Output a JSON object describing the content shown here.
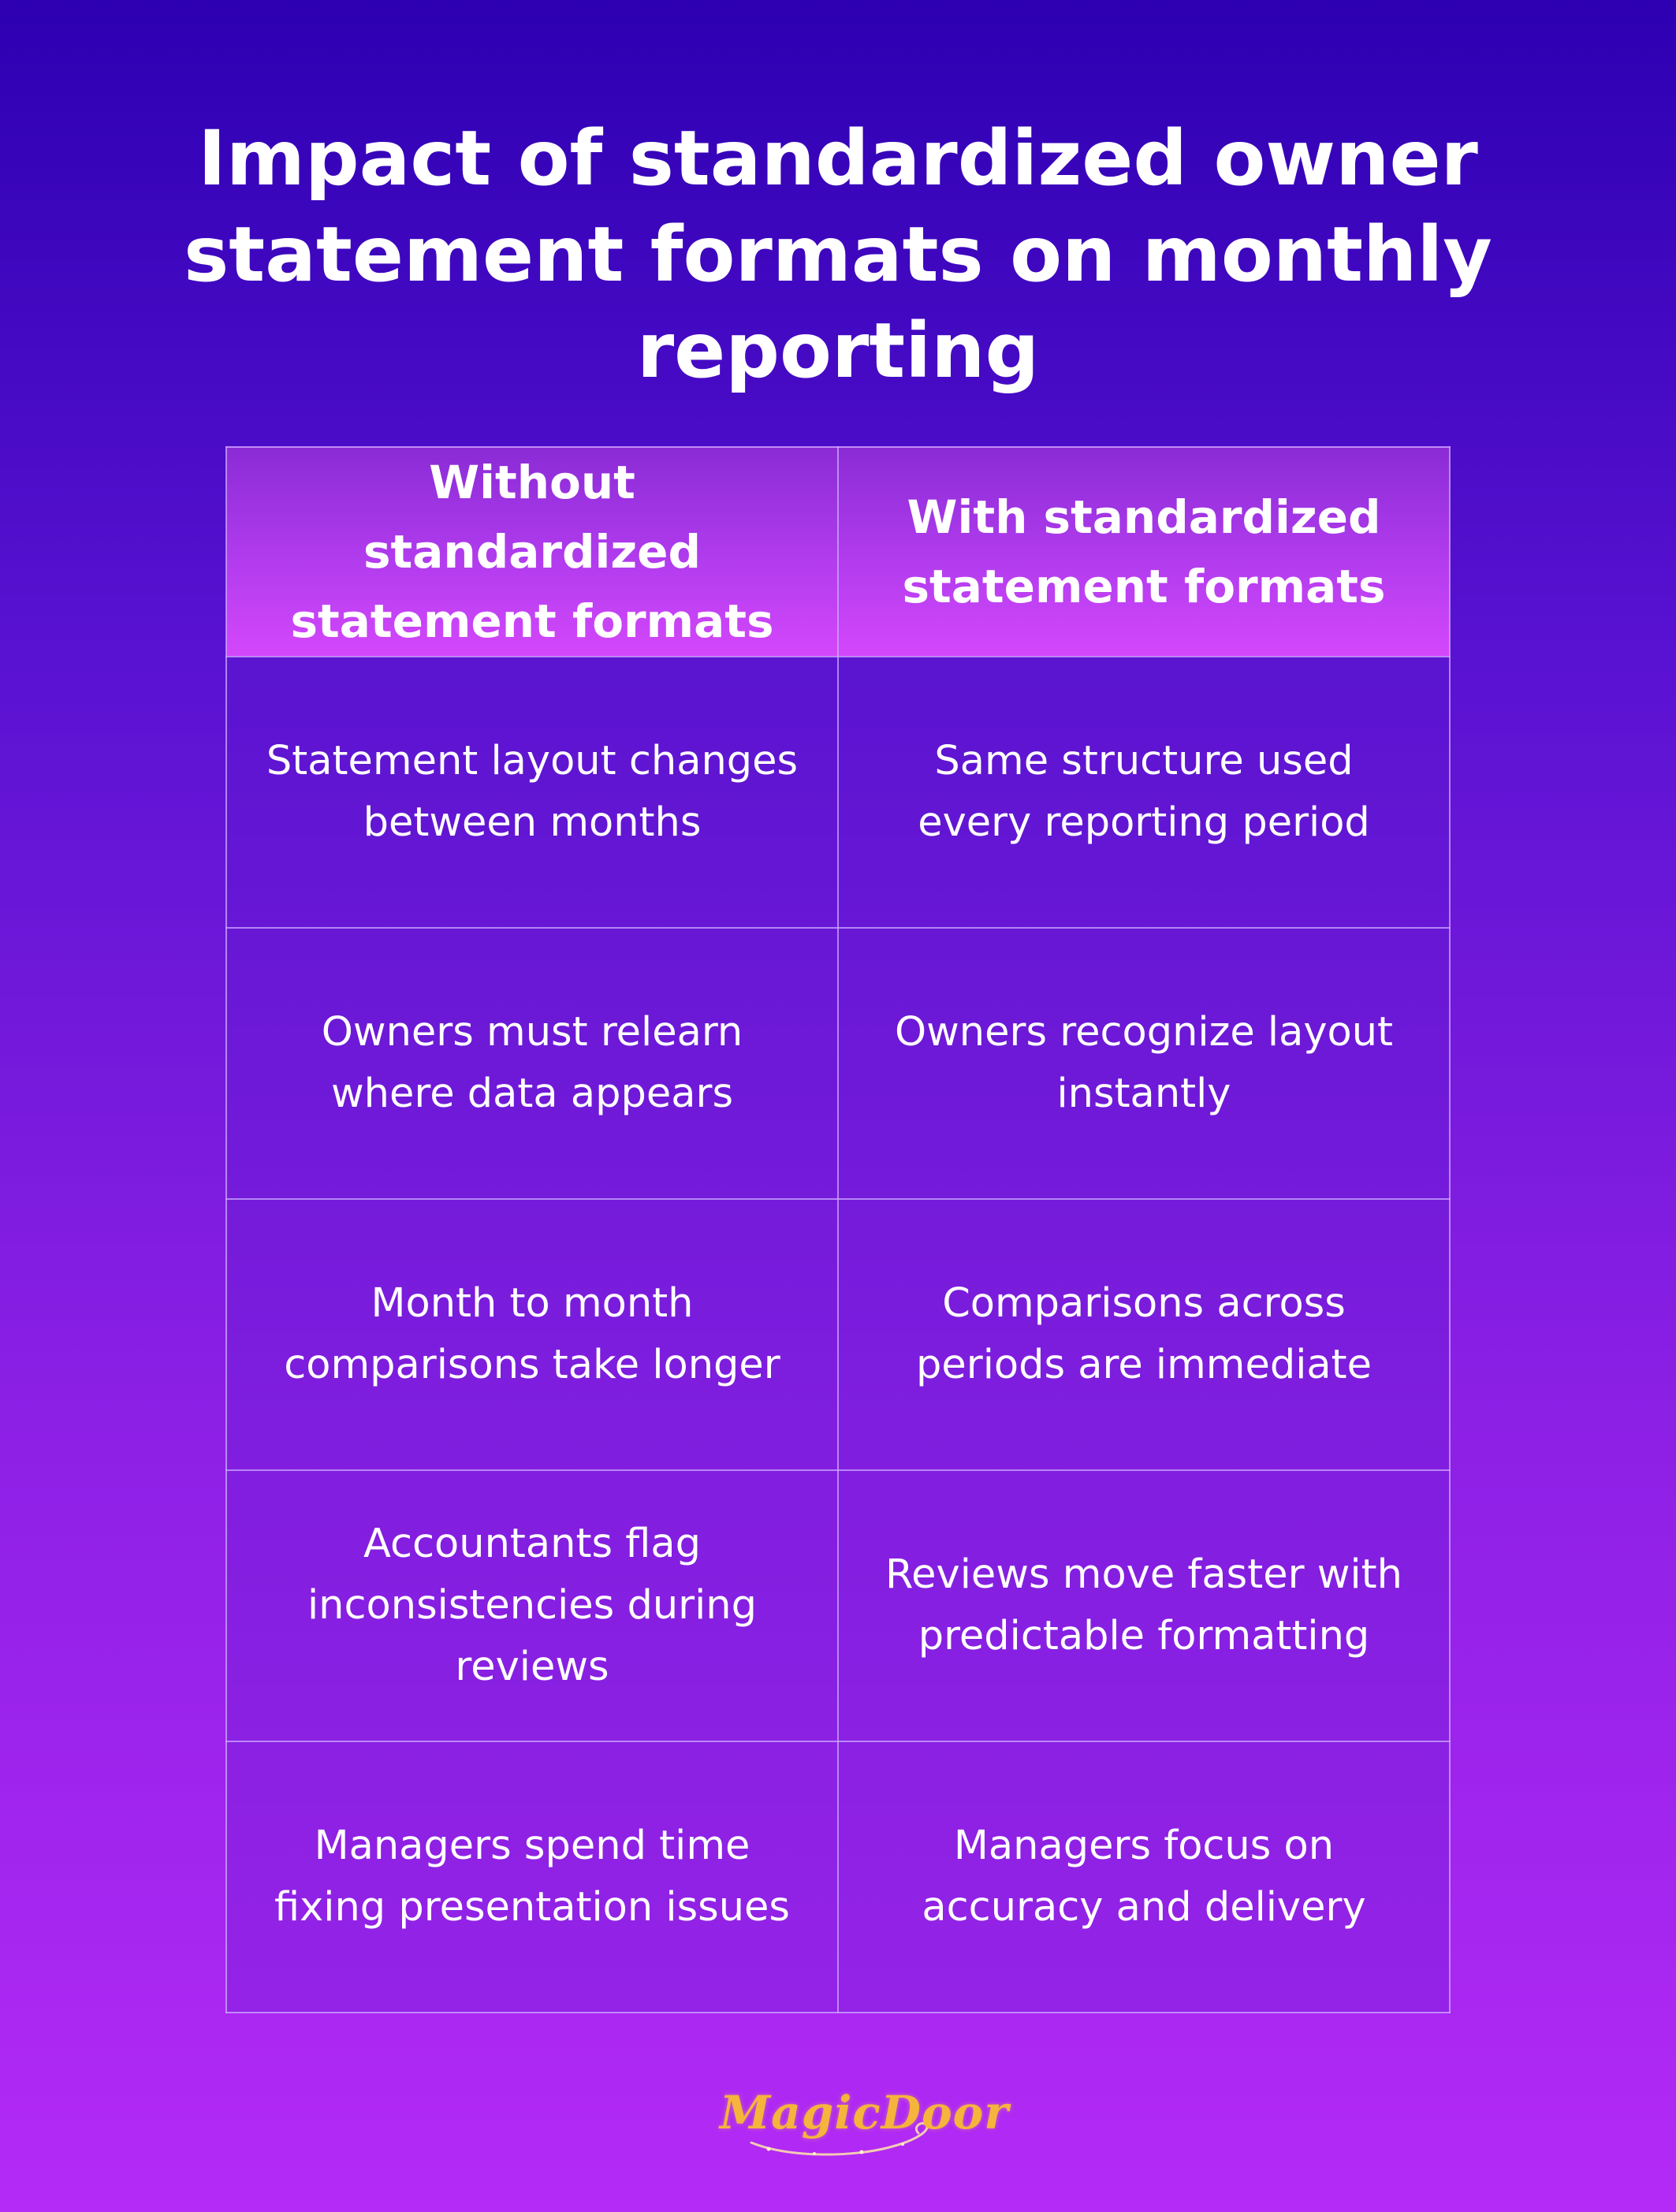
{
  "title": {
    "line1": "Impact of standardized owner",
    "line2": "statement formats on monthly reporting"
  },
  "table": {
    "headers": [
      "Without standardized statement formats",
      "With standardized statement formats"
    ],
    "rows": [
      [
        "Statement layout changes between months",
        "Same structure used every reporting period"
      ],
      [
        "Owners must relearn where data appears",
        "Owners recognize layout instantly"
      ],
      [
        "Month to month comparisons take longer",
        "Comparisons across periods are immediate"
      ],
      [
        "Accountants flag inconsistencies during reviews",
        "Reviews move faster with predictable formatting"
      ],
      [
        "Managers spend time fixing presentation issues",
        "Managers focus on accuracy and delivery"
      ]
    ]
  },
  "logo": {
    "text": "MagicDoor",
    "color": "#f5b43c"
  }
}
